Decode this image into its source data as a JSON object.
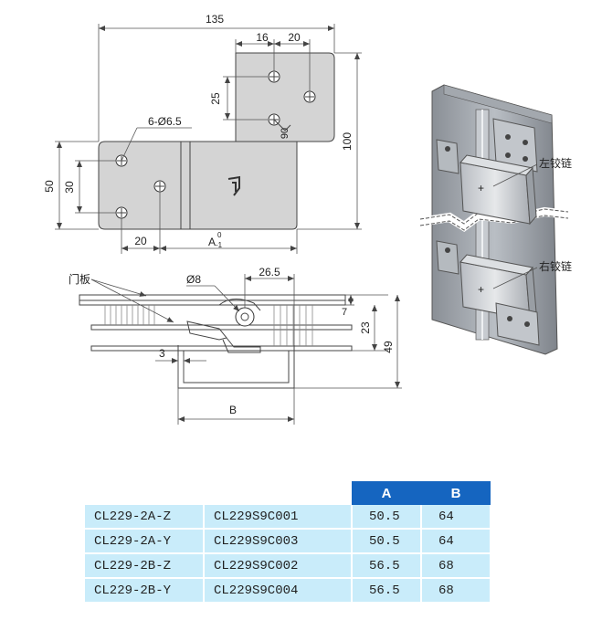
{
  "dimensions": {
    "d135": "135",
    "d16": "16",
    "d20_top": "20",
    "d25": "25",
    "d90": "90",
    "d100": "100",
    "hole_note": "6-Ø6.5",
    "d50": "50",
    "d30": "30",
    "d20_bottom": "20",
    "dim_a": "A",
    "tol_upper": "0",
    "tol_lower": "-1",
    "door_label": "门板",
    "dia8": "Ø8",
    "d26_5": "26.5",
    "d7": "7",
    "d23": "23",
    "d49": "49",
    "d3": "3",
    "dim_b": "B"
  },
  "callouts": {
    "left_hinge": "左铰链",
    "right_hinge": "右铰链"
  },
  "table": {
    "headers": [
      "A",
      "B"
    ],
    "rows": [
      {
        "model": "CL229-2A-Z",
        "code": "CL229S9C001",
        "a": "50.5",
        "b": "64"
      },
      {
        "model": "CL229-2A-Y",
        "code": "CL229S9C003",
        "a": "50.5",
        "b": "64"
      },
      {
        "model": "CL229-2B-Z",
        "code": "CL229S9C002",
        "a": "56.5",
        "b": "68"
      },
      {
        "model": "CL229-2B-Y",
        "code": "CL229S9C004",
        "a": "56.5",
        "b": "68"
      }
    ]
  }
}
